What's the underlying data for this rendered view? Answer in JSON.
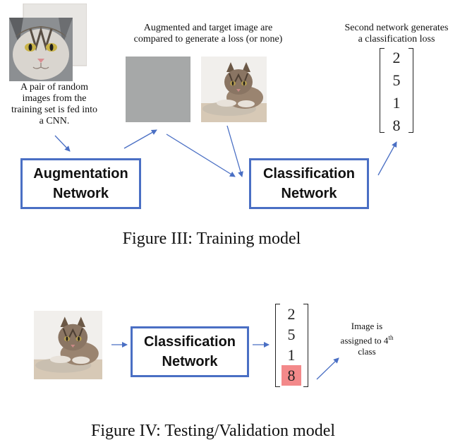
{
  "training": {
    "note_pair": [
      "A pair of random",
      "images from the",
      "training set is fed into",
      "a CNN."
    ],
    "note_compare": [
      "Augmented and target image are",
      "compared to generate a loss (or none)"
    ],
    "note_second": [
      "Second network generates",
      "a classification loss"
    ],
    "augmentation_box": [
      "Augmentation",
      "Network"
    ],
    "classification_box": [
      "Classification",
      "Network"
    ],
    "vector": [
      "2",
      "5",
      "1",
      "8"
    ],
    "caption": "Figure III: Training model"
  },
  "testing": {
    "classification_box": [
      "Classification",
      "Network"
    ],
    "vector": [
      "2",
      "5",
      "1",
      "8"
    ],
    "highlighted_value": "8",
    "note_assigned": [
      "Image is",
      "assigned to 4",
      "class"
    ],
    "note_superscript": "th",
    "caption": "Figure IV: Testing/Validation model"
  },
  "colors": {
    "box_border": "#4a6fc4",
    "arrow": "#4a6fc4",
    "highlight": "#f3898a",
    "gray_image": "#a6a8a8"
  },
  "icons": [
    "cat-face-photo",
    "cat-lying-photo",
    "gray-placeholder-image"
  ]
}
